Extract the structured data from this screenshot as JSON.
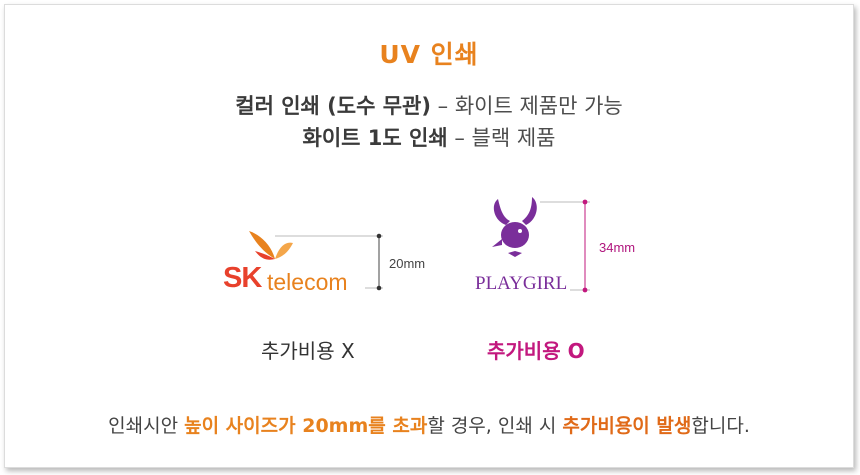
{
  "title": "UV 인쇄",
  "lines": {
    "line1_strong": "컬러 인쇄 (도수 무관)",
    "line1_rest": " – 화이트 제품만 가능",
    "line2_strong": "화이트 1도 인쇄",
    "line2_rest": " – 블랙 제품"
  },
  "logos": {
    "sk": {
      "word": "SK",
      "rest": "telecom",
      "height_label": "20mm",
      "cost": "추가비용 X"
    },
    "playgirl": {
      "word": "PLAYGIRL",
      "height_label": "34mm",
      "cost": "추가비용 O"
    }
  },
  "footer": {
    "p1": "인쇄시안 ",
    "p2": "높이 사이즈가 20mm를 초과",
    "p3": "할 경우, 인쇄 시 ",
    "p4": "추가비용이 발생",
    "p5": "합니다."
  },
  "colors": {
    "accent_orange": "#e8821e",
    "playgirl_magenta": "#c2187e",
    "playgirl_purple": "#7a2e9a",
    "sk_red": "#e8412c"
  }
}
